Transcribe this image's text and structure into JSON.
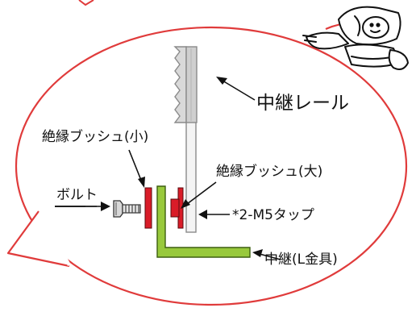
{
  "labels": {
    "relay_rail": "中継レール",
    "bushing_small": "絶縁ブッシュ(小)",
    "bushing_large": "絶縁ブッシュ(大)",
    "bolt": "ボルト",
    "tap": "*2-M5タップ",
    "relay_l_bracket": "中継(L金具)"
  },
  "colors": {
    "balloon_outline": "#e03b3b",
    "bracket_green": "#98c93c",
    "bushing_red": "#d91c28",
    "rail_gray": "#9a9a9a",
    "text": "#111111"
  },
  "icons": {
    "mascot": "cartoon-paper-character-icon"
  }
}
